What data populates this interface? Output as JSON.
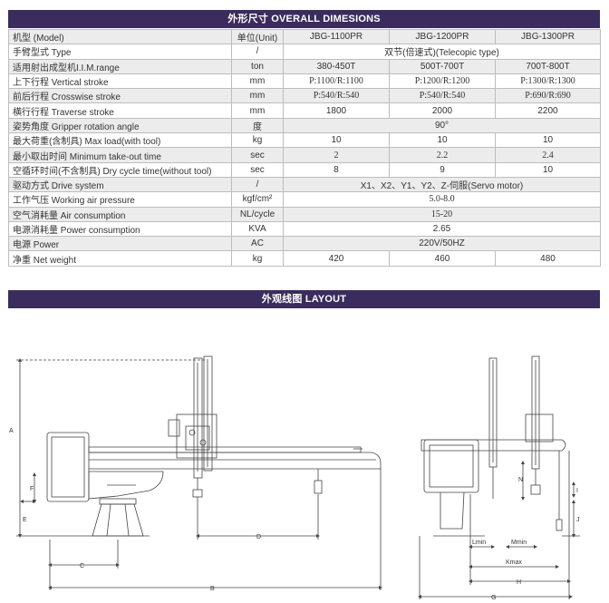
{
  "spec_banner": "外形尺寸 OVERALL DIMESIONS",
  "layout_banner": "外观线图 LAYOUT",
  "table": {
    "header": [
      "机型 (Model)",
      "单位(Unit)",
      "JBG-1100PR",
      "JBG-1200PR",
      "JBG-1300PR"
    ],
    "rows": [
      {
        "label": "手臂型式 Type",
        "unit": "/",
        "span": "双节(倍速式)(Telecopic type)"
      },
      {
        "label": "适用射出成型机I.I.M.range",
        "unit": "ton",
        "v": [
          "380-450T",
          "500T-700T",
          "700T-800T"
        ]
      },
      {
        "label": "上下行程 Vertical stroke",
        "unit": "mm",
        "v": [
          "P:1100/R:1100",
          "P:1200/R:1200",
          "P:1300/R:1300"
        ],
        "serif": true
      },
      {
        "label": "前后行程 Crosswise stroke",
        "unit": "mm",
        "v": [
          "P:540/R:540",
          "P:540/R:540",
          "P:690/R:690"
        ],
        "serif": true
      },
      {
        "label": "横行行程 Traverse stroke",
        "unit": "mm",
        "v": [
          "1800",
          "2000",
          "2200"
        ]
      },
      {
        "label": "姿势角度 Gripper rotation angle",
        "unit": "度",
        "span": "90°"
      },
      {
        "label": "最大荷重(含制具) Max load(with tool)",
        "unit": "kg",
        "v": [
          "10",
          "10",
          "10"
        ]
      },
      {
        "label": "最小取出时间 Minimum take-out time",
        "unit": "sec",
        "v": [
          "2",
          "2.2",
          "2.4"
        ],
        "serif": true
      },
      {
        "label": "空循环时间(不含制具) Dry cycle time(without tool)",
        "unit": "sec",
        "v": [
          "8",
          "9",
          "10"
        ]
      },
      {
        "label": "驱动方式 Drive system",
        "unit": "/",
        "span": "X1、X2、Y1、Y2、Z-伺服(Servo motor)"
      },
      {
        "label": "工作气压 Working air pressure",
        "unit": "kgf/cm²",
        "span": "5.0-8.0",
        "serif": true
      },
      {
        "label": "空气消耗量 Air consumption",
        "unit": "NL/cycle",
        "span": "15-20",
        "serif": true
      },
      {
        "label": "电源消耗量 Power consumption",
        "unit": "KVA",
        "span": "2.65"
      },
      {
        "label": "电源 Power",
        "unit": "AC",
        "span": "220V/50HZ"
      },
      {
        "label": "净重 Net weight",
        "unit": "kg",
        "v": [
          "420",
          "460",
          "480"
        ]
      }
    ]
  },
  "drawing": {
    "front_dims": {
      "a": "A",
      "b": "B",
      "c": "C",
      "d": "D",
      "e": "E",
      "f": "F"
    },
    "side_dims": {
      "g": "G",
      "h": "H",
      "i": "I",
      "j": "J",
      "n": "N",
      "lmin": "Lmin",
      "mmin": "Mmin",
      "kmax": "Kmax"
    }
  }
}
